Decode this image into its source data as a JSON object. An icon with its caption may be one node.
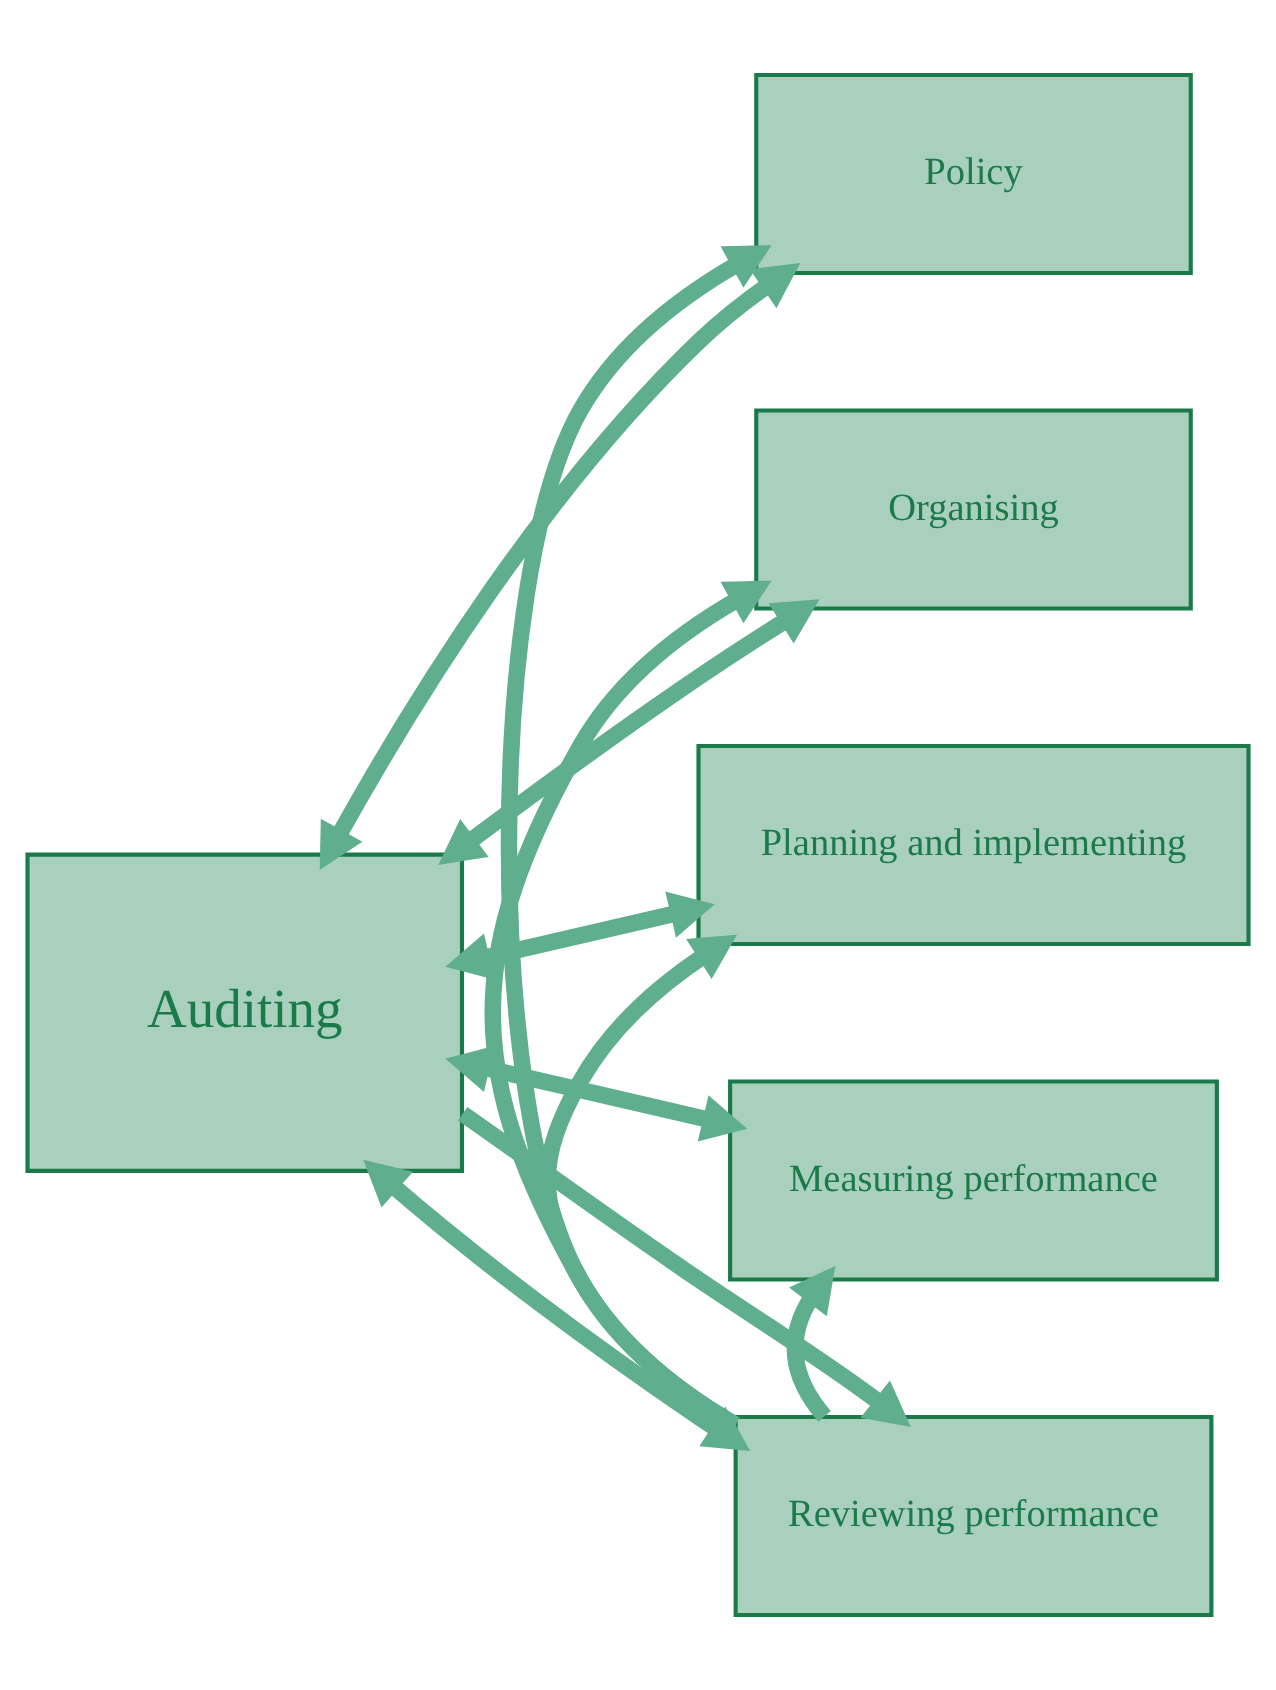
{
  "diagram": {
    "nodes": [
      {
        "text": [
          "Policy"
        ]
      },
      {
        "text": [
          "Organising"
        ]
      },
      {
        "text": [
          "Planning and implementing"
        ]
      },
      {
        "text": [
          "Measuring performance"
        ]
      },
      {
        "text": [
          "Reviewing performance"
        ]
      },
      {
        "text": [
          "Auditing"
        ]
      }
    ],
    "edges": [
      {
        "from": 5,
        "to": 0,
        "arrow": "both"
      },
      {
        "from": 5,
        "to": 1,
        "arrow": "both"
      },
      {
        "from": 5,
        "to": 2,
        "arrow": "both"
      },
      {
        "from": 5,
        "to": 3,
        "arrow": "both"
      },
      {
        "from": 5,
        "to": 4,
        "arrow": "both"
      },
      {
        "from": 5,
        "to": 4,
        "arrow": "to"
      },
      {
        "from": 4,
        "to": 0,
        "arrow": "to"
      },
      {
        "from": 4,
        "to": 1,
        "arrow": "to"
      },
      {
        "from": 4,
        "to": 2,
        "arrow": "to"
      },
      {
        "from": 4,
        "to": 3,
        "arrow": "to"
      }
    ]
  }
}
